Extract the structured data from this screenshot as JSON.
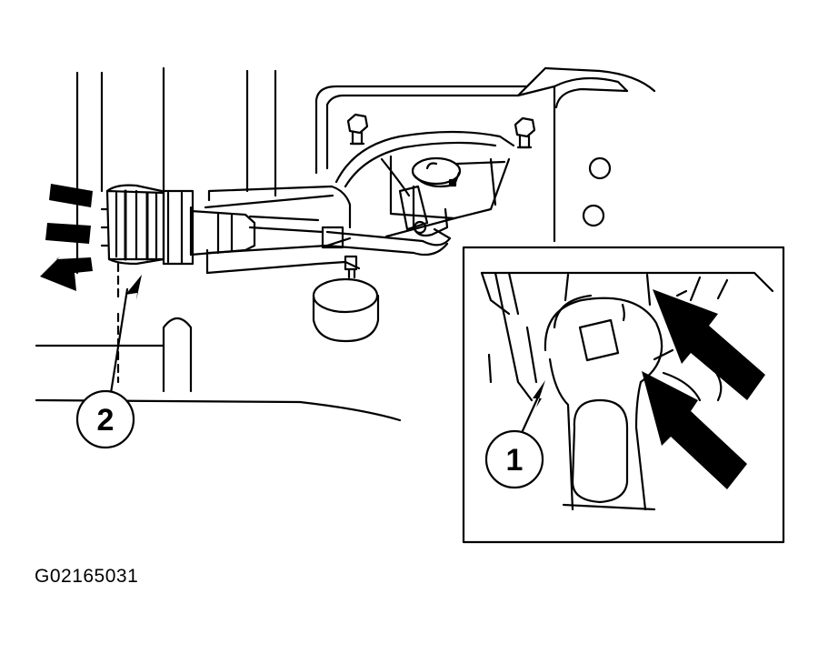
{
  "figure": {
    "id": "G02165031",
    "callouts": [
      {
        "key": "callout-1",
        "text": "1"
      },
      {
        "key": "callout-2",
        "text": "2"
      }
    ]
  },
  "colors": {
    "ink": "#000000",
    "paper": "#ffffff"
  },
  "icons": [
    "arrow-left-icon",
    "arrow-pointer-icon",
    "arrow-diagonal-icon"
  ]
}
